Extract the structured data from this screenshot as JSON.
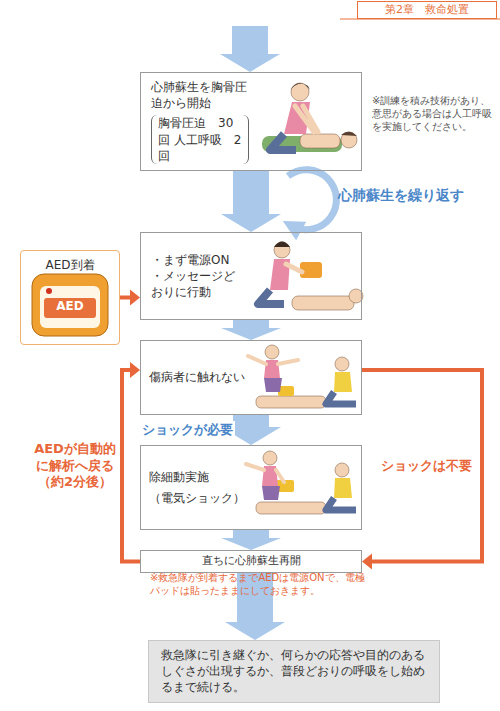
{
  "diagram": {
    "nodes": [
      {
        "text": [
          "心肺蘇生を胸骨圧迫から開始",
          "胸骨圧迫　30回 人工呼吸　2回"
        ]
      },
      {
        "text": [
          "AED到着"
        ]
      },
      {
        "text": [
          "・まず電源ON ・メッセージどおりに行動"
        ]
      },
      {
        "text": [
          "傷病者に触れない"
        ]
      },
      {
        "text": [
          "除細動実施",
          "（電気ショック）"
        ]
      },
      {
        "text": [
          "直ちに心肺蘇生再開"
        ]
      },
      {
        "text": [
          "救急隊に引き継ぐか、何らかの応答や目的のあるしぐさが出現するか、普段どおりの呼吸をし始めるまで続ける。"
        ]
      }
    ],
    "edges": [
      {
        "from": 0,
        "to": 2,
        "arrow": "to"
      },
      {
        "from": 1,
        "to": 2,
        "arrow": "to"
      },
      {
        "from": 2,
        "to": 3,
        "arrow": "to"
      },
      {
        "from": 3,
        "to": 4,
        "arrow": "to",
        "label": "ショックが必要"
      },
      {
        "from": 4,
        "to": 5,
        "arrow": "to"
      },
      {
        "from": 3,
        "to": 5,
        "arrow": "to",
        "label": "ショックは不要"
      },
      {
        "from": 5,
        "to": 3,
        "arrow": "to",
        "label": "AEDが自動的に解析へ戻る（約2分後）"
      },
      {
        "from": 5,
        "to": 6,
        "arrow": "to"
      }
    ],
    "labels": [
      "第2章　救命処置",
      "※訓練を積み技術があり、意思がある場合は人工呼吸を実施してください。",
      "心肺蘇生を繰り返す",
      "AED",
      "※救急隊が到着するまでAEDは電源ONで、電極パッドは貼ったままにしておきます。"
    ]
  }
}
